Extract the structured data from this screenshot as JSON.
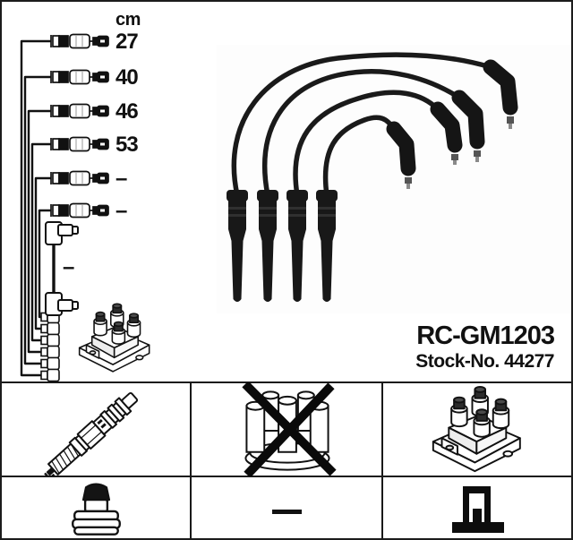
{
  "product": {
    "part_number": "RC-GM1203",
    "stock_number": "Stock-No. 44277"
  },
  "schematic": {
    "unit_label": "cm",
    "cable_lengths": [
      "27",
      "40",
      "46",
      "53",
      "–",
      "–"
    ],
    "elbow_cable_length": "–",
    "cable_count": 7,
    "parts": [
      "harness-bus",
      "cable-symbols",
      "elbow-cable-symbol",
      "coil-connector-stack",
      "ignition-coil-drawing"
    ]
  },
  "photo": {
    "subject": "four black ignition lead cables with straight plug boots and elbow coil boots"
  },
  "legend_table": {
    "rows": [
      [
        {
          "icon": "spark-plug-icon",
          "meaning": "spark plug side"
        },
        {
          "icon": "distributor-cap-icon",
          "crossed_out": true,
          "meaning": "not for distributor"
        },
        {
          "icon": "ignition-coil-icon",
          "meaning": "ignition coil pack"
        }
      ],
      [
        {
          "icon": "terminal-nut-icon",
          "meaning": "plug terminal type"
        },
        {
          "icon": "dash-icon",
          "meaning": "none"
        },
        {
          "icon": "coil-terminal-icon",
          "meaning": "coil connection type"
        }
      ]
    ]
  },
  "colors": {
    "line": "#111111",
    "background": "#ffffff",
    "cable_black": "#1a1a1a",
    "grid_line": "#191919"
  }
}
